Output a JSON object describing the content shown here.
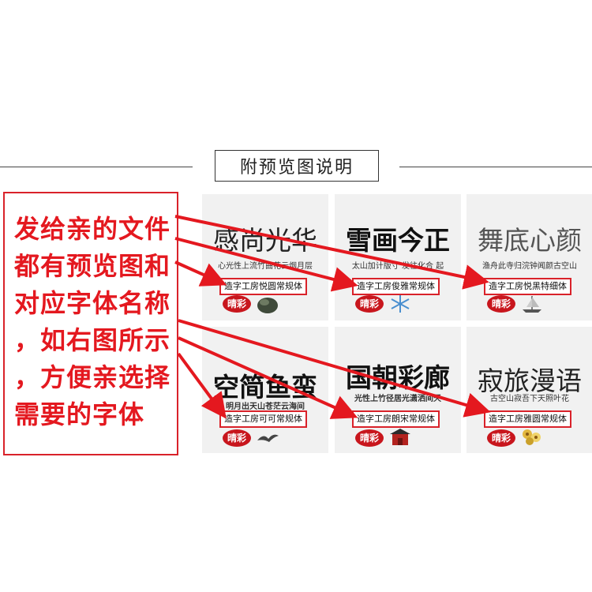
{
  "section_title": "附预览图说明",
  "callout_lines": [
    "发给亲的文件",
    "都有预览图和",
    "对应字体名称",
    "，如右图所示",
    "，方便亲选择",
    "需要的字体"
  ],
  "cards": [
    {
      "sample": "感尚光华",
      "subtitle": "心光性上流竹曲花云烟月层",
      "font_name": "造字工房悦圆常规体",
      "stamp": "晴彩",
      "decoration": "rock-icon"
    },
    {
      "sample": "雪画今正",
      "subtitle": "太山加计版寸 发往化合 起",
      "font_name": "造字工房俊雅常规体",
      "stamp": "晴彩",
      "decoration": "snowflake-icon"
    },
    {
      "sample": "舞底心颜",
      "subtitle": "渔舟此寺归浣钟闻颜古空山",
      "font_name": "造字工房悦黑特细体",
      "stamp": "晴彩",
      "decoration": "ship-icon"
    },
    {
      "sample": "空简鱼蛮",
      "subtitle": "明月出天山苍茫云海间",
      "font_name": "造字工房可可常规体",
      "stamp": "晴彩",
      "decoration": "bird-icon"
    },
    {
      "sample": "国朝彩廊",
      "subtitle": "光性上竹径居光潇洒间天",
      "font_name": "造字工房朗宋常规体",
      "stamp": "晴彩",
      "decoration": "palace-icon"
    },
    {
      "sample": "寂旅漫语",
      "subtitle": "古空山寂吾下天照叶花",
      "font_name": "造字工房雅圆常规体",
      "stamp": "晴彩",
      "decoration": "flower-icon"
    }
  ],
  "colors": {
    "accent": "#d9222a",
    "callout_text": "#e4181f",
    "card_bg": "#f1f1f1"
  }
}
